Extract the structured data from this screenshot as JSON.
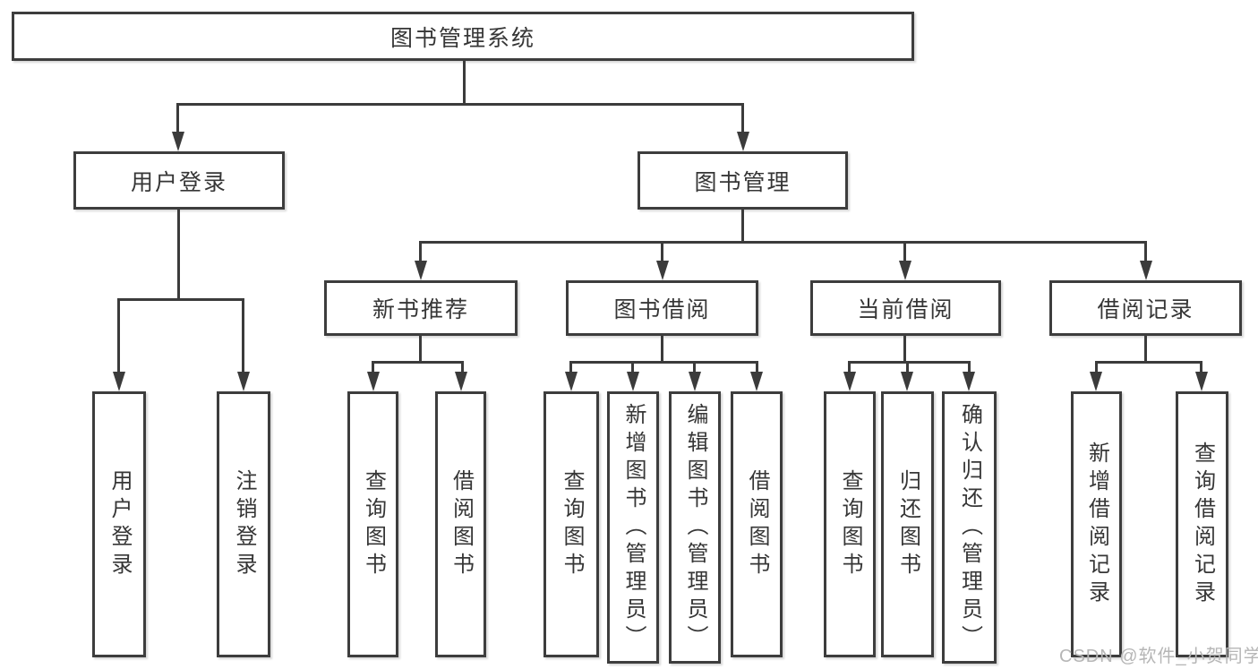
{
  "diagram": {
    "title": "图书管理系统",
    "root": {
      "label": "图书管理系统"
    },
    "level2": [
      {
        "label": "用户登录"
      },
      {
        "label": "图书管理"
      }
    ],
    "level3": [
      {
        "label": "新书推荐"
      },
      {
        "label": "图书借阅"
      },
      {
        "label": "当前借阅"
      },
      {
        "label": "借阅记录"
      }
    ],
    "leaves": {
      "user_login": [
        "用户登录",
        "注销登录"
      ],
      "new_book": [
        "查询图书",
        "借阅图书"
      ],
      "book_borrow": [
        "查询图书",
        "新增图书（管理员）",
        "编辑图书（管理员）",
        "借阅图书"
      ],
      "current_borrow": [
        "查询图书",
        "归还图书",
        "确认归还（管理员）"
      ],
      "borrow_record": [
        "新增借阅记录",
        "查询借阅记录"
      ]
    }
  },
  "watermark": {
    "text": "CSDN @软件_小贺同学"
  },
  "colors": {
    "line": "#3b3b3b",
    "border": "#3d3d3d",
    "text": "#363636",
    "watermark": "#b6b6b6",
    "background": "#ffffff"
  }
}
